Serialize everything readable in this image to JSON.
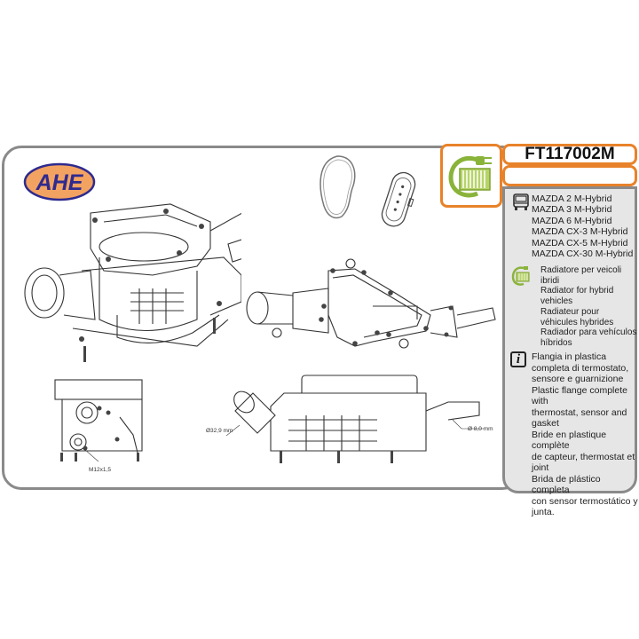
{
  "brand": {
    "logo_text": "AHE",
    "logo_fill": "#f3a361",
    "logo_text_color": "#2e2a8f"
  },
  "product": {
    "code": "FT117002M",
    "secondary_code": ""
  },
  "colors": {
    "accent_orange": "#e8822a",
    "frame_gray": "#8a8a8a",
    "side_bg": "#e6e6e6",
    "eco_green": "#8ab33a"
  },
  "icons": {
    "category": "hybrid-radiator-plug-icon",
    "vehicle": "truck-front-icon",
    "hybrid": "hybrid-radiator-plug-icon",
    "info": "info-icon"
  },
  "vehicles": [
    "MAZDA 2 M-Hybrid",
    "MAZDA 3 M-Hybrid",
    "MAZDA 6 M-Hybrid",
    "MAZDA CX-3 M-Hybrid",
    "MAZDA CX-5 M-Hybrid",
    "MAZDA CX-30 M-Hybrid"
  ],
  "hybrid_note": [
    "Radiatore per veicoli",
    "ibridi",
    "Radiator for hybrid",
    "vehicles",
    "Radiateur pour",
    "véhicules hybrides",
    "Radiador para vehículos",
    "híbridos"
  ],
  "description": [
    "Flangia in plastica",
    "completa di termostato,",
    "sensore e guarnizione",
    "Plastic flange complete with",
    "thermostat, sensor and",
    "gasket",
    "Bride en plastique complète",
    "de capteur, thermostat et",
    "joint",
    "Brida de plástico completa",
    "con sensor termostático y",
    "junta."
  ],
  "dimensions": {
    "thread": "M12x1,5",
    "inlet_diameter": "Ø32,9 mm",
    "outlet_diameter": "Ø 8,0 mm"
  }
}
